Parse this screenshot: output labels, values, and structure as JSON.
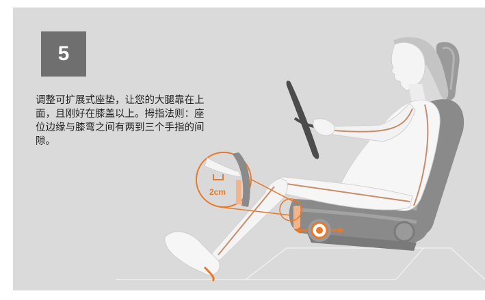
{
  "step": {
    "number": "5",
    "instruction": "调整可扩展式座垫，让您的大腿靠在上面，且刚好在膝盖以上。拇指法则：座位边缘与膝弯之间有两到三个手指的间隙。"
  },
  "illustration": {
    "gap_label": "2cm"
  },
  "colors": {
    "background": "#dadada",
    "badge": "#6f6f6f",
    "accent_orange": "#e8782a",
    "seat_gray": "#8a8a8a"
  }
}
